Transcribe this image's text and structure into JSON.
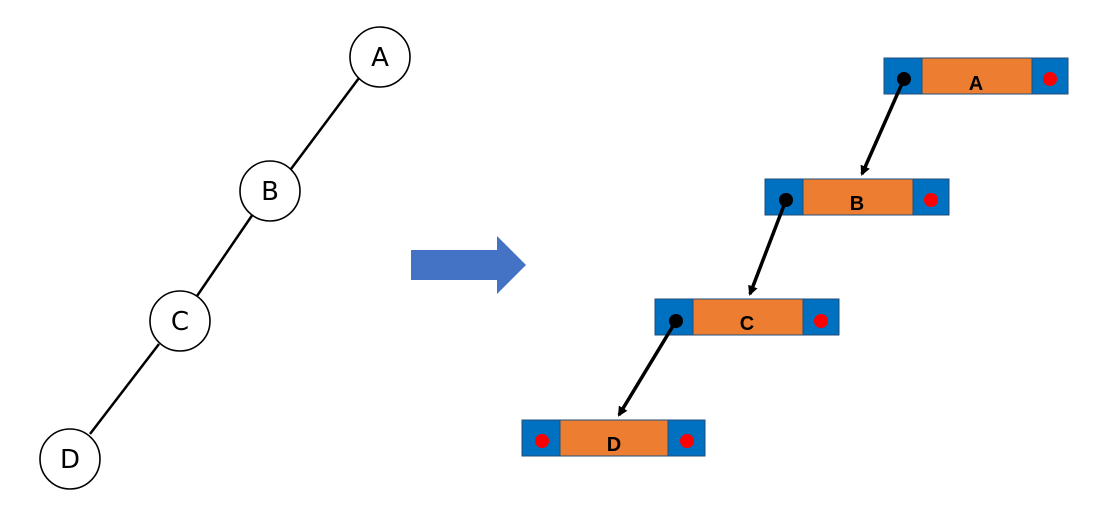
{
  "tree": {
    "nodes": [
      {
        "id": "A",
        "label": "A"
      },
      {
        "id": "B",
        "label": "B"
      },
      {
        "id": "C",
        "label": "C"
      },
      {
        "id": "D",
        "label": "D"
      }
    ],
    "edges": [
      [
        "A",
        "B"
      ],
      [
        "B",
        "C"
      ],
      [
        "C",
        "D"
      ]
    ]
  },
  "linked_list": {
    "nodes": [
      {
        "label": "A",
        "left": "pointer",
        "right": "null"
      },
      {
        "label": "B",
        "left": "pointer",
        "right": "null"
      },
      {
        "label": "C",
        "left": "pointer",
        "right": "null"
      },
      {
        "label": "D",
        "left": "null",
        "right": "null"
      }
    ]
  },
  "colors": {
    "link_cell": "#0070c0",
    "data_cell": "#ed7d31",
    "null_dot": "#ff0000",
    "pointer_dot": "#000000",
    "transform_arrow": "#4472c4"
  },
  "icons": {
    "transform": "right-arrow-icon"
  }
}
